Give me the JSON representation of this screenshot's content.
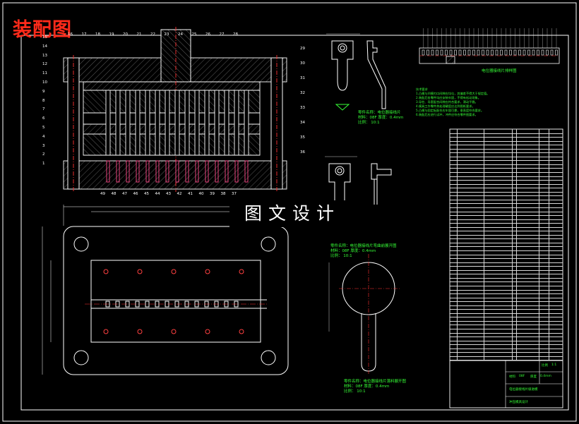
{
  "stamp": "装配图",
  "watermark": "图文设计",
  "assembly": {
    "part_numbers_left": [
      "15",
      "14",
      "13",
      "12",
      "11",
      "10",
      "9",
      "8",
      "7",
      "6",
      "5",
      "4",
      "3",
      "2",
      "1"
    ],
    "part_numbers_top": [
      "16",
      "17",
      "18",
      "19",
      "20",
      "21",
      "22",
      "23",
      "24",
      "25",
      "26",
      "27",
      "28"
    ],
    "part_numbers_right": [
      "29",
      "30",
      "31",
      "32",
      "33",
      "34",
      "35",
      "36"
    ],
    "part_numbers_bottom": [
      "49",
      "48",
      "47",
      "46",
      "45",
      "44",
      "43",
      "42",
      "41",
      "40",
      "39",
      "38",
      "37"
    ]
  },
  "parts": [
    {
      "title": "零件名称：电位器接线片",
      "material": "材料：08F  厚度：0.4mm",
      "scale": "比例：  10:1"
    },
    {
      "title": "零件名称：电位器接线片弯曲前展开图",
      "material": "材料：08F  厚度：0.4mm",
      "scale": "比例：  10:1"
    },
    {
      "title": "零件名称：电位器接线片落料展开图",
      "material": "材料：08F  厚度：0.4mm",
      "scale": "比例：  10:1"
    }
  ],
  "strip_title": "电位器接线片排样图",
  "tech_notes": {
    "heading": "技术要求",
    "lines": [
      "1.凸模与凹模刃口间隙应均匀，其偏差不得大于规定值。",
      "2.装配后各零件均应安装牢固，不得有松动现象。",
      "3.导柱、导套配合间隙应符合要求，滑动平稳。",
      "4.模具工作零件热处理硬度应达到图纸要求。",
      "5.凸模与固定板配合应牢固可靠，垂直度符合要求。",
      "6.装配后应进行试冲，冲件应符合零件图要求。"
    ]
  },
  "title_block": {
    "material_label": "材料",
    "material_value": "08F",
    "thickness_label": "厚度",
    "thickness_value": "0.4mm",
    "drawing_title": "电位器接线片级进模",
    "school": "冲压模具设计",
    "scale_label": "比例",
    "scale_value": "1:1"
  }
}
